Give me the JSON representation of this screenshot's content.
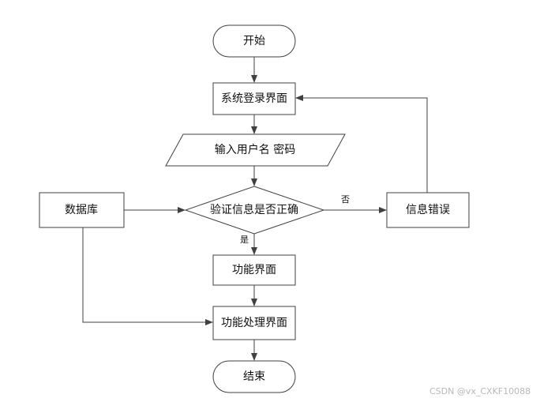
{
  "nodes": {
    "start": "开始",
    "login": "系统登录界面",
    "input": "输入用户名 密码",
    "verify": "验证信息是否正确",
    "database": "数据库",
    "error": "信息错误",
    "function": "功能界面",
    "processing": "功能处理界面",
    "end": "结束"
  },
  "edge_labels": {
    "no": "否",
    "yes": "是"
  },
  "watermark": "CSDN @vx_CXKF10088"
}
